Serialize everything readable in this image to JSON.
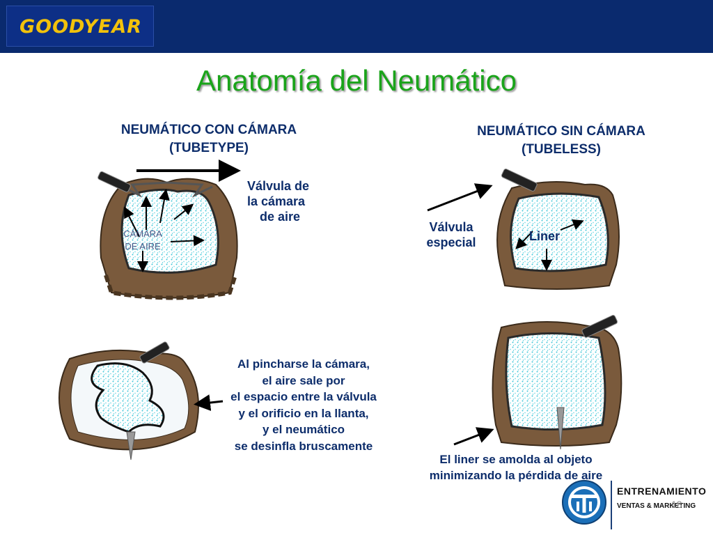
{
  "header": {
    "logo_text": "GOODYEAR"
  },
  "title": "Anatomía del Neumático",
  "left": {
    "heading_1": "NEUMÁTICO CON CÁMARA",
    "heading_2": "(TUBETYPE)",
    "valve_label": [
      "Válvula de",
      "la cámara",
      "de aire"
    ],
    "chamber_label": [
      "CÁMARA",
      "DE AIRE"
    ],
    "puncture_text": [
      "Al pincharse la cámara,",
      "el aire sale por",
      "el espacio entre la válvula",
      "y el orificio en la llanta,",
      "y el neumático",
      "se desinfla bruscamente"
    ]
  },
  "right": {
    "heading_1": "NEUMÁTICO SIN CÁMARA",
    "heading_2": "(TUBELESS)",
    "valve_label": [
      "Válvula",
      "especial"
    ],
    "liner_label": "Liner",
    "liner_text": [
      "El liner se amolda al objeto",
      "minimizando la pérdida de aire"
    ]
  },
  "footer": {
    "brand_name": "ENTRENAMIENTO",
    "brand_sub": "VENTAS & MARKETING",
    "page_number": "18"
  },
  "colors": {
    "header_bg": "#0a2a6e",
    "title_green": "#1aa41a",
    "text_navy": "#0d2d6b",
    "tire_brown": "#7a5a3c",
    "air_cyan": "#3fc7d9"
  }
}
